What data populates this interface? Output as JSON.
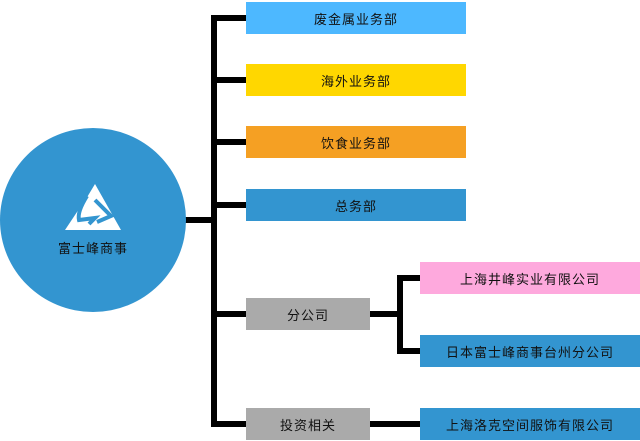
{
  "root": {
    "label": "富士峰商事",
    "color": "#3395d0"
  },
  "departments": [
    {
      "label": "废金属业务部",
      "color": "#4db8ff"
    },
    {
      "label": "海外业务部",
      "color": "#ffd700"
    },
    {
      "label": "饮食业务部",
      "color": "#f5a023"
    },
    {
      "label": "总务部",
      "color": "#3395d0"
    },
    {
      "label": "分公司",
      "color": "#aaaaaa"
    },
    {
      "label": "投资相关",
      "color": "#aaaaaa"
    }
  ],
  "subsidiaries": [
    {
      "label": "上海井峰实业有限公司",
      "color": "#fea9dd",
      "parent": "分公司"
    },
    {
      "label": "日本富士峰商事台州分公司",
      "color": "#3395d0",
      "parent": "分公司"
    },
    {
      "label": "上海洛克空间服饰有限公司",
      "color": "#3395d0",
      "parent": "投资相关"
    }
  ]
}
